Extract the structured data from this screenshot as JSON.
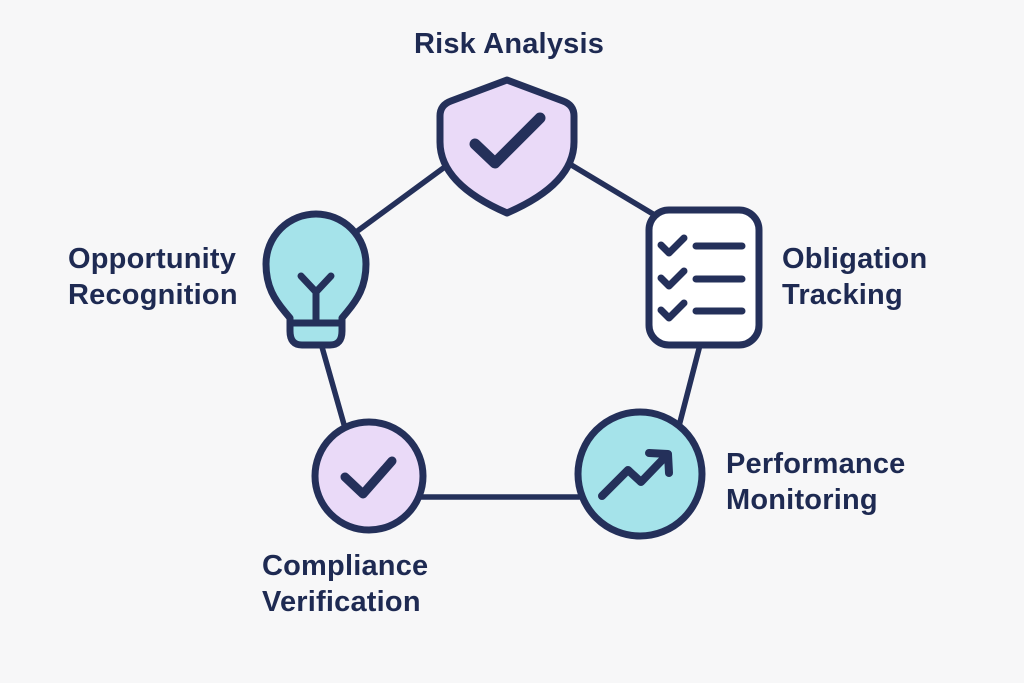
{
  "diagram": {
    "type": "cycle-pentagon",
    "nodes": [
      {
        "id": "risk-analysis",
        "label": "Risk Analysis",
        "label_lines": [
          "Risk Analysis"
        ],
        "icon": "shield-check-icon",
        "fill": "#EADAF8",
        "position": "top"
      },
      {
        "id": "obligation-tracking",
        "label": "Obligation Tracking",
        "label_lines": [
          "Obligation",
          "Tracking"
        ],
        "icon": "checklist-icon",
        "fill": "#FFFFFF",
        "position": "right"
      },
      {
        "id": "performance-monitoring",
        "label": "Performance Monitoring",
        "label_lines": [
          "Performance",
          "Monitoring"
        ],
        "icon": "trending-up-icon",
        "fill": "#A5E3EA",
        "position": "bottom-right"
      },
      {
        "id": "compliance-verification",
        "label": "Compliance Verification",
        "label_lines": [
          "Compliance",
          "Verification"
        ],
        "icon": "check-circle-icon",
        "fill": "#EADAF8",
        "position": "bottom-left"
      },
      {
        "id": "opportunity-recognition",
        "label": "Opportunity Recognition",
        "label_lines": [
          "Opportunity",
          "Recognition"
        ],
        "icon": "lightbulb-icon",
        "fill": "#A5E3EA",
        "position": "left"
      }
    ],
    "edges": [
      {
        "from": "opportunity-recognition",
        "to": "risk-analysis"
      },
      {
        "from": "risk-analysis",
        "to": "obligation-tracking"
      },
      {
        "from": "obligation-tracking",
        "to": "performance-monitoring"
      },
      {
        "from": "performance-monitoring",
        "to": "compliance-verification"
      },
      {
        "from": "compliance-verification",
        "to": "opportunity-recognition"
      }
    ]
  },
  "colors": {
    "bg": "#F7F7F8",
    "ink": "#24305A",
    "text": "#1E2A52",
    "lavender": "#EADAF8",
    "cyan": "#A5E3EA",
    "paper": "#FFFFFF"
  }
}
